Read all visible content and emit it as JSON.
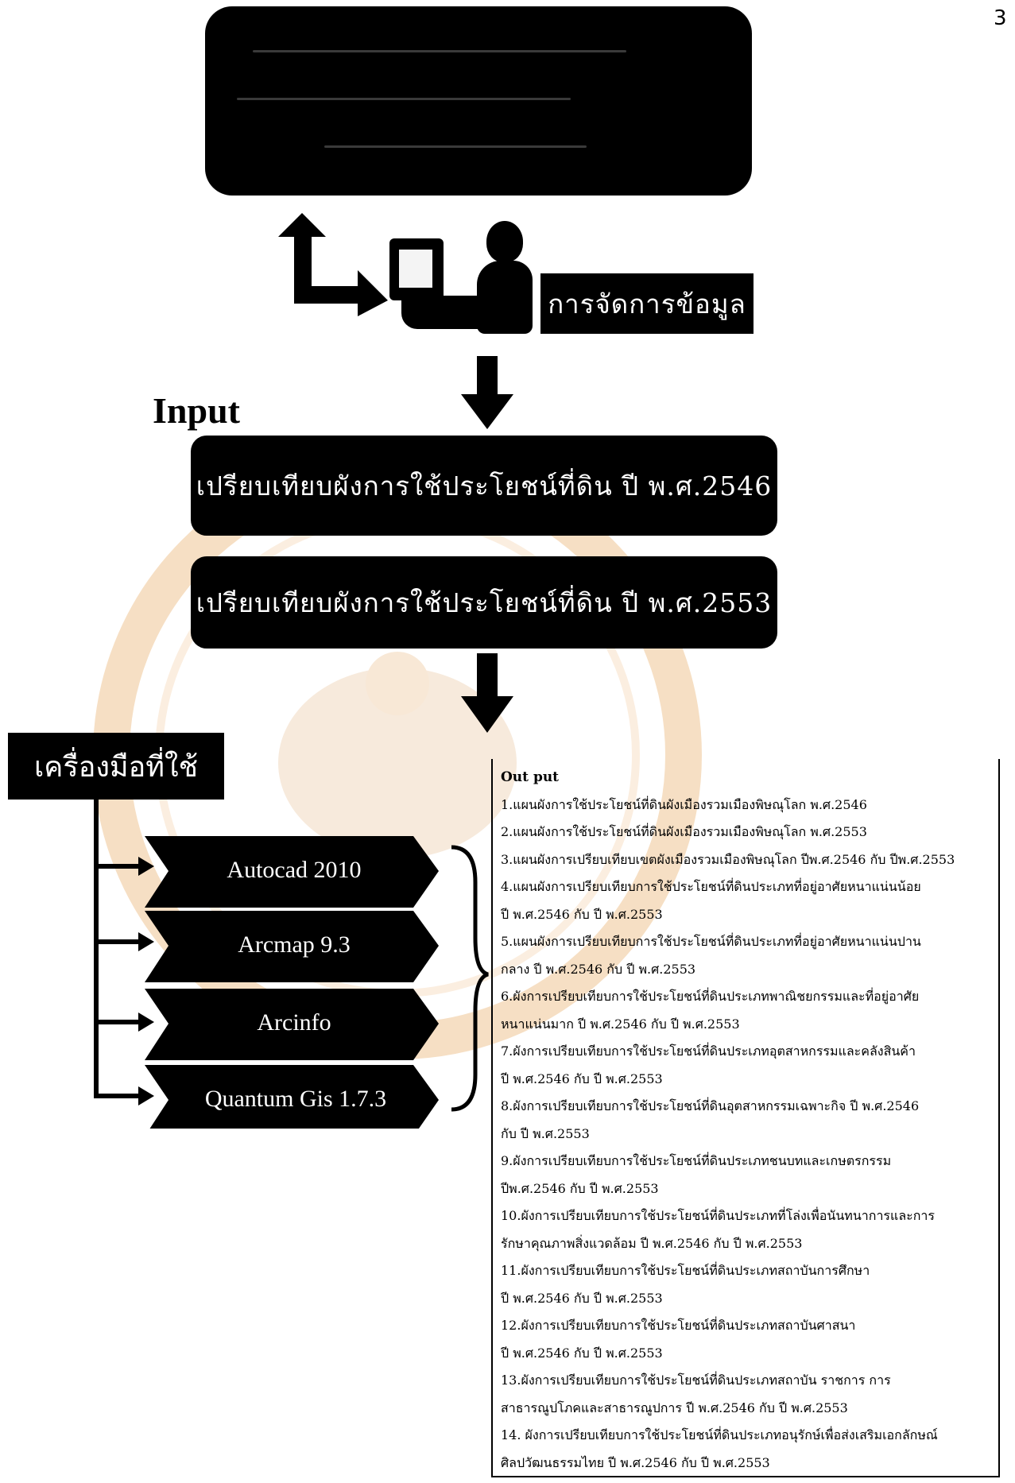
{
  "page_number": "3",
  "process_label": "การจัดการข้อมูล",
  "input_label": "Input",
  "comparisons": [
    "เปรียบเทียบผังการใช้ประโยชน์ที่ดิน  ปี พ.ศ.2546",
    "เปรียบเทียบผังการใช้ประโยชน์ที่ดิน  ปี พ.ศ.2553"
  ],
  "tools_label": "เครื่องมือที่ใช้",
  "tools": [
    "Autocad 2010",
    "Arcmap 9.3",
    "Arcinfo",
    "Quantum Gis  1.7.3"
  ],
  "output": {
    "title": "Out put",
    "items": [
      "1.แผนผังการใช้ประโยชน์ที่ดินผังเมืองรวมเมืองพิษณุโลก พ.ศ.2546",
      "2.แผนผังการใช้ประโยชน์ที่ดินผังเมืองรวมเมืองพิษณุโลก พ.ศ.2553",
      "3.แผนผังการเปรียบเทียบเขตผังเมืองรวมเมืองพิษณุโลก ปีพ.ศ.2546 กับ ปีพ.ศ.2553",
      "4.แผนผังการเปรียบเทียบการใช้ประโยชน์ที่ดินประเภทที่อยู่อาศัยหนาแน่นน้อย\nปี พ.ศ.2546 กับ ปี พ.ศ.2553",
      "5.แผนผังการเปรียบเทียบการใช้ประโยชน์ที่ดินประเภทที่อยู่อาศัยหนาแน่นปาน\nกลาง ปี พ.ศ.2546 กับ ปี พ.ศ.2553",
      "6.ผังการเปรียบเทียบการใช้ประโยชน์ที่ดินประเภทพาณิชยกรรมและที่อยู่อาศัย\nหนาแน่นมาก ปี พ.ศ.2546 กับ ปี พ.ศ.2553",
      "7.ผังการเปรียบเทียบการใช้ประโยชน์ที่ดินประเภทอุตสาหกรรมและคลังสินค้า\nปี พ.ศ.2546 กับ ปี พ.ศ.2553",
      "8.ผังการเปรียบเทียบการใช้ประโยชน์ที่ดินอุตสาหกรรมเฉพาะกิจ ปี พ.ศ.2546\nกับ ปี พ.ศ.2553",
      "9.ผังการเปรียบเทียบการใช้ประโยชน์ที่ดินประเภทชนบทและเกษตรกรรม\nปีพ.ศ.2546 กับ ปี พ.ศ.2553",
      "10.ผังการเปรียบเทียบการใช้ประโยชน์ที่ดินประเภทที่โล่งเพื่อนันทนาการและการ\nรักษาคุณภาพสิ่งแวดล้อม ปี พ.ศ.2546 กับ ปี พ.ศ.2553",
      "11.ผังการเปรียบเทียบการใช้ประโยชน์ที่ดินประเภทสถาบันการศึกษา\nปี พ.ศ.2546 กับ ปี พ.ศ.2553",
      "12.ผังการเปรียบเทียบการใช้ประโยชน์ที่ดินประเภทสถาบันศาสนา\nปี พ.ศ.2546 กับ ปี พ.ศ.2553",
      "13.ผังการเปรียบเทียบการใช้ประโยชน์ที่ดินประเภทสถาบัน ราชการ การ\nสาธารณูปโภคและสาธารณูปการ  ปี พ.ศ.2546 กับ ปี พ.ศ.2553",
      "14. ผังการเปรียบเทียบการใช้ประโยชน์ที่ดินประเภทอนุรักษ์เพื่อส่งเสริมเอกลักษณ์\nศิลปวัฒนธรรมไทย ปี พ.ศ.2546 กับ ปี พ.ศ.2553"
    ]
  }
}
